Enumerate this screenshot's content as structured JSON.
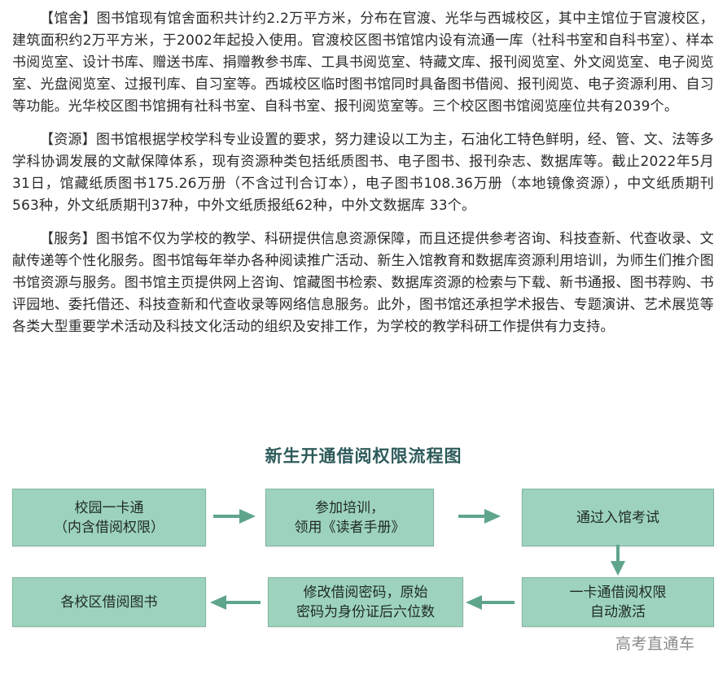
{
  "article": {
    "paragraphs": [
      {
        "tag": "【馆舍】",
        "text": "图书馆现有馆舍面积共计约2.2万平方米，分布在官渡、光华与西城校区，其中主馆位于官渡校区，建筑面积约2万平方米，于2002年起投入使用。官渡校区图书馆馆内设有流通一库（社科书室和自科书室）、样本书阅览室、设计书库、赠送书库、捐赠教参书库、工具书阅览室、特藏文库、报刊阅览室、外文阅览室、电子阅览室、光盘阅览室、过报刊库、自习室等。西城校区临时图书馆同时具备图书借阅、报刊阅览、电子资源利用、自习等功能。光华校区图书馆拥有社科书室、自科书室、报刊阅览室等。三个校区图书馆阅览座位共有2039个。"
      },
      {
        "tag": "【资源】",
        "text": "图书馆根据学校学科专业设置的要求，努力建设以工为主，石油化工特色鲜明，经、管、文、法等多学科协调发展的文献保障体系，现有资源种类包括纸质图书、电子图书、报刊杂志、数据库等。截止2022年5月31日，馆藏纸质图书175.26万册（不含过刊合订本），电子图书108.36万册（本地镜像资源），中文纸质期刊563种，外文纸质期刊37种，中外文纸质报纸62种，中外文数据库 33个。"
      },
      {
        "tag": "【服务】",
        "text": "图书馆不仅为学校的教学、科研提供信息资源保障，而且还提供参考咨询、科技查新、代查收录、文献传递等个性化服务。图书馆每年举办各种阅读推广活动、新生入馆教育和数据库资源利用培训，为师生们推介图书馆资源与服务。图书馆主页提供网上咨询、馆藏图书检索、数据库资源的检索与下载、新书通报、图书荐购、书评园地、委托借还、科技查新和代查收录等网络信息服务。此外，图书馆还承担学术报告、专题演讲、艺术展览等各类大型重要学术活动及科技文化活动的组织及安排工作，为学校的教学科研工作提供有力支持。"
      }
    ]
  },
  "flowchart": {
    "title": "新生开通借阅权限流程图",
    "colors": {
      "box_fill": "#9dd3bd",
      "box_border": "#7fb59f",
      "arrow": "#5fa58c",
      "title": "#2d5b5a"
    },
    "steps": [
      {
        "line1": "校园一卡通",
        "line2": "（内含借阅权限）"
      },
      {
        "line1": "参加培训，",
        "line2": "领用《读者手册》"
      },
      {
        "line1": "通过入馆考试",
        "line2": ""
      },
      {
        "line1": "一卡通借阅权限",
        "line2": "自动激活"
      },
      {
        "line1": "修改借阅密码，原始",
        "line2": "密码为身份证后六位数"
      },
      {
        "line1": "各校区借阅图书",
        "line2": ""
      }
    ]
  },
  "watermark": "高考直通车"
}
